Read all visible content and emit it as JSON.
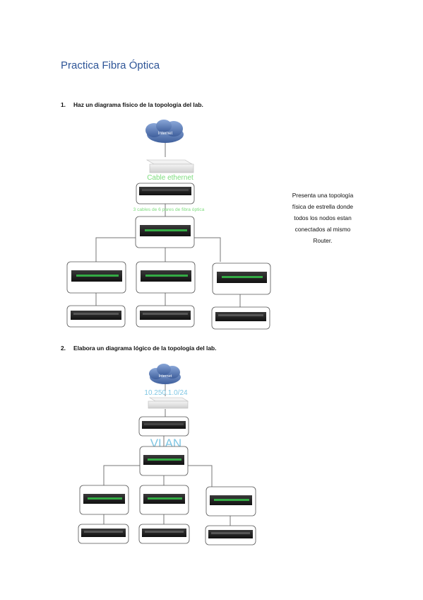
{
  "document": {
    "title": "Practica Fibra Óptica",
    "questions": [
      {
        "number": "1.",
        "text": "Haz un diagrama físico de la topología del lab."
      },
      {
        "number": "2.",
        "text": "Elabora un diagrama lógico de la topología del lab."
      }
    ],
    "note_lines": [
      "Presenta una topología",
      "física de estrella donde",
      "todos los nodos estan",
      "conectados al mismo",
      "Router."
    ]
  },
  "diagram1": {
    "cloud_label": "Internet",
    "router_label": "Cable ethernet",
    "link_label": "3 cables de 6 pares de fibra óptica"
  },
  "diagram2": {
    "cloud_label": "Internet",
    "router_label": "10.250.1.0/24",
    "vlan_label": "VLAN"
  },
  "colors": {
    "title": "#2e5597",
    "green_label": "#7ddc7d",
    "blue_label": "#7fc6e3",
    "switch_body": "#222222",
    "fiber_ports": "#33aa44"
  }
}
